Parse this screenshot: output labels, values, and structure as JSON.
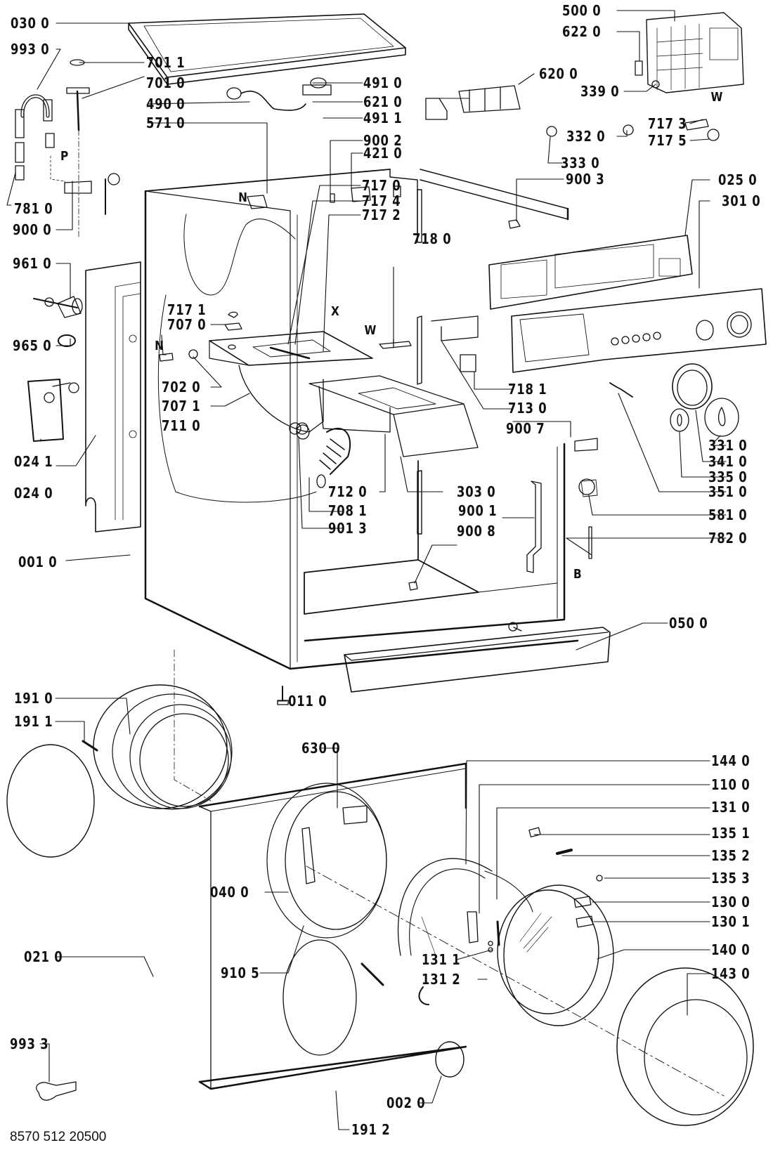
{
  "diagram": {
    "type": "exploded-parts-diagram",
    "subject": "front-loading washing machine",
    "reference_number": "8570 512 20500",
    "callouts": [
      {
        "id": "c030-0",
        "label": "030 0",
        "part": "top-cover"
      },
      {
        "id": "c993-0",
        "label": "993 0",
        "part": "hose-bracket"
      },
      {
        "id": "c701-1",
        "label": "701 1",
        "part": "cap"
      },
      {
        "id": "c701-0",
        "label": "701 0",
        "part": "tube-valve"
      },
      {
        "id": "c490-0",
        "label": "490 0",
        "part": "mains-filter"
      },
      {
        "id": "c571-0",
        "label": "571 0",
        "part": "clamp"
      },
      {
        "id": "c781-0",
        "label": "781 0",
        "part": "inlet-hose-end"
      },
      {
        "id": "c900-0",
        "label": "900 0",
        "part": "hose-clip"
      },
      {
        "id": "c491-0",
        "label": "491 0",
        "part": "suppressor"
      },
      {
        "id": "c621-0",
        "label": "621 0",
        "part": "switch-module"
      },
      {
        "id": "c491-1",
        "label": "491 1",
        "part": "screw"
      },
      {
        "id": "c900-2",
        "label": "900 2",
        "part": "clip"
      },
      {
        "id": "c421-0",
        "label": "421 0",
        "part": "inlet-valve"
      },
      {
        "id": "c620-0",
        "label": "620 0",
        "part": "switch-block"
      },
      {
        "id": "c500-0",
        "label": "500 0",
        "part": "electronic-module"
      },
      {
        "id": "c622-0",
        "label": "622 0",
        "part": "switch"
      },
      {
        "id": "c339-0",
        "label": "339 0",
        "part": "knob-small"
      },
      {
        "id": "c332-0",
        "label": "332 0",
        "part": "button"
      },
      {
        "id": "c333-0",
        "label": "333 0",
        "part": "button"
      },
      {
        "id": "c717-3",
        "label": "717 3",
        "part": "bracket"
      },
      {
        "id": "c717-5",
        "label": "717 5",
        "part": "gear"
      },
      {
        "id": "c900-3",
        "label": "900 3",
        "part": "clip"
      },
      {
        "id": "c025-0",
        "label": "025 0",
        "part": "control-panel-frame"
      },
      {
        "id": "c301-0",
        "label": "301 0",
        "part": "control-panel-fascia"
      },
      {
        "id": "c961-0",
        "label": "961 0",
        "part": "shock-absorber"
      },
      {
        "id": "c965-0",
        "label": "965 0",
        "part": "gasket"
      },
      {
        "id": "c024-1",
        "label": "024 1",
        "part": "back-cover-part"
      },
      {
        "id": "c024-0",
        "label": "024 0",
        "part": "back-panel"
      },
      {
        "id": "c717-0",
        "label": "717 0",
        "part": "dispenser-lid"
      },
      {
        "id": "c717-4",
        "label": "717 4",
        "part": "spring"
      },
      {
        "id": "c717-2",
        "label": "717 2",
        "part": "lever"
      },
      {
        "id": "c718-0",
        "label": "718 0",
        "part": "bracket"
      },
      {
        "id": "c717-1",
        "label": "717 1",
        "part": "clip"
      },
      {
        "id": "c707-0",
        "label": "707 0",
        "part": "nozzle"
      },
      {
        "id": "c702-0",
        "label": "702 0",
        "part": "pipe"
      },
      {
        "id": "c707-1",
        "label": "707 1",
        "part": "connector"
      },
      {
        "id": "c711-0",
        "label": "711 0",
        "part": "dispenser-housing"
      },
      {
        "id": "c718-1",
        "label": "718 1",
        "part": "holder"
      },
      {
        "id": "c713-0",
        "label": "713 0",
        "part": "cover"
      },
      {
        "id": "c900-7",
        "label": "900 7",
        "part": "clip"
      },
      {
        "id": "c331-0",
        "label": "331 0",
        "part": "knob"
      },
      {
        "id": "c341-0",
        "label": "341 0",
        "part": "knob-ring"
      },
      {
        "id": "c335-0",
        "label": "335 0",
        "part": "knob-small"
      },
      {
        "id": "c712-0",
        "label": "712 0",
        "part": "dispenser-drawer"
      },
      {
        "id": "c303-0",
        "label": "303 0",
        "part": "drawer-handle"
      },
      {
        "id": "c708-1",
        "label": "708 1",
        "part": "bellows-hose"
      },
      {
        "id": "c901-3",
        "label": "901 3",
        "part": "hose-clamp"
      },
      {
        "id": "c900-1",
        "label": "900 1",
        "part": "rail"
      },
      {
        "id": "c900-8",
        "label": "900 8",
        "part": "clip"
      },
      {
        "id": "c351-0",
        "label": "351 0",
        "part": "indicator-lamp"
      },
      {
        "id": "c581-0",
        "label": "581 0",
        "part": "pressure-switch"
      },
      {
        "id": "c782-0",
        "label": "782 0",
        "part": "tube"
      },
      {
        "id": "c001-0",
        "label": "001 0",
        "part": "cabinet"
      },
      {
        "id": "c050-0",
        "label": "050 0",
        "part": "kick-plate"
      },
      {
        "id": "c011-0",
        "label": "011 0",
        "part": "foot"
      },
      {
        "id": "c191-0",
        "label": "191 0",
        "part": "door-seal"
      },
      {
        "id": "c191-1",
        "label": "191 1",
        "part": "spring"
      },
      {
        "id": "c630-0",
        "label": "630 0",
        "part": "door-lock"
      },
      {
        "id": "c144-0",
        "label": "144 0",
        "part": "door-inner-frame"
      },
      {
        "id": "c110-0",
        "label": "110 0",
        "part": "hinge"
      },
      {
        "id": "c131-0",
        "label": "131 0",
        "part": "latch-hook"
      },
      {
        "id": "c135-1",
        "label": "135 1",
        "part": "pin"
      },
      {
        "id": "c135-2",
        "label": "135 2",
        "part": "spring"
      },
      {
        "id": "c135-3",
        "label": "135 3",
        "part": "washer"
      },
      {
        "id": "c130-0",
        "label": "130 0",
        "part": "plate"
      },
      {
        "id": "c130-1",
        "label": "130 1",
        "part": "plate"
      },
      {
        "id": "c040-0",
        "label": "040 0",
        "part": "door-handle"
      },
      {
        "id": "c140-0",
        "label": "140 0",
        "part": "door-glass"
      },
      {
        "id": "c021-0",
        "label": "021 0",
        "part": "front-panel"
      },
      {
        "id": "c910-5",
        "label": "910 5",
        "part": "screw"
      },
      {
        "id": "c131-1",
        "label": "131 1",
        "part": "pin"
      },
      {
        "id": "c131-2",
        "label": "131 2",
        "part": "screws"
      },
      {
        "id": "c143-0",
        "label": "143 0",
        "part": "door-outer-frame"
      },
      {
        "id": "c993-3",
        "label": "993 3",
        "part": "wrench"
      },
      {
        "id": "c002-0",
        "label": "002 0",
        "part": "cap"
      },
      {
        "id": "c191-2",
        "label": "191 2",
        "part": "clamp-ring"
      }
    ],
    "letter_markers": [
      "P",
      "N",
      "X",
      "W",
      "W",
      "N",
      "B"
    ]
  }
}
